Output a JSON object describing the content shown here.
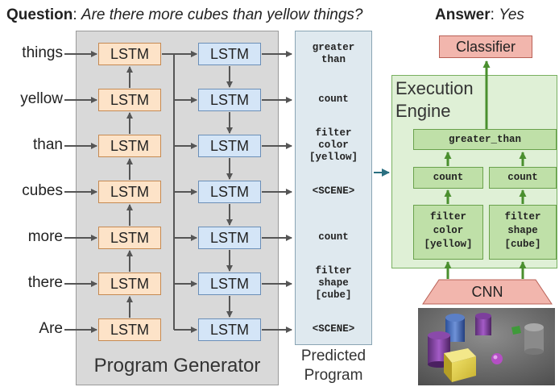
{
  "header": {
    "question_label": "Question",
    "question_sep": ": ",
    "question_text": "Are there more cubes than yellow things?",
    "answer_label": "Answer",
    "answer_sep": ": ",
    "answer_text": "Yes"
  },
  "program_generator": {
    "title": "Program Generator",
    "words": [
      "things",
      "yellow",
      "than",
      "cubes",
      "more",
      "there",
      "Are"
    ],
    "lstm_label": "LSTM"
  },
  "predicted_program": {
    "title_line1": "Predicted",
    "title_line2": "Program",
    "tokens": [
      {
        "lines": [
          "greater",
          "than"
        ]
      },
      {
        "lines": [
          "count"
        ]
      },
      {
        "lines": [
          "filter",
          "color",
          "[yellow]"
        ]
      },
      {
        "lines": [
          "<SCENE>"
        ]
      },
      {
        "lines": [
          "count"
        ]
      },
      {
        "lines": [
          "filter",
          "shape",
          "[cube]"
        ]
      },
      {
        "lines": [
          "<SCENE>"
        ]
      }
    ]
  },
  "execution_engine": {
    "title_line1": "Execution",
    "title_line2": "Engine",
    "classifier": "Classifier",
    "greater_than": "greater_than",
    "count_left": "count",
    "count_right": "count",
    "filter_left": [
      "filter",
      "color",
      "[yellow]"
    ],
    "filter_right": [
      "filter",
      "shape",
      "[cube]"
    ],
    "cnn": "CNN"
  },
  "colors": {
    "encoder_fill": "#fde3c8",
    "decoder_fill": "#d4e5f7",
    "module_fill": "#bfe0a8",
    "classifier_fill": "#f2b6ad",
    "arrow_gray": "#555555",
    "arrow_green": "#4a8f2e",
    "arrow_teal": "#2a6f80"
  }
}
